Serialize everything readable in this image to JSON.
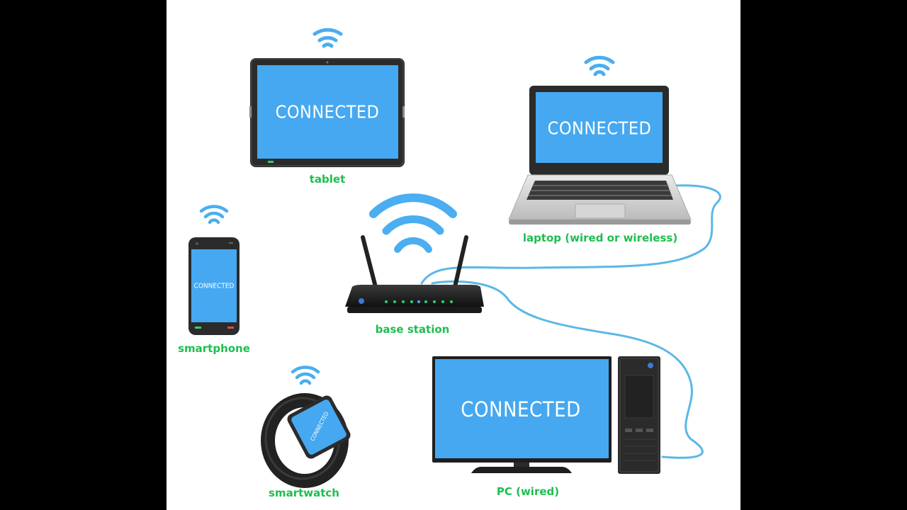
{
  "colors": {
    "screen": "#45a8f0",
    "label": "#1dbf4f",
    "wifi": "#4aaef0",
    "cable": "#5ab8e6",
    "device_body": "#2b2b2b"
  },
  "devices": {
    "tablet": {
      "label": "tablet",
      "screen_text": "CONNECTED",
      "icon": "tablet-icon"
    },
    "laptop": {
      "label": "laptop (wired or wireless)",
      "screen_text": "CONNECTED",
      "icon": "laptop-icon"
    },
    "smartphone": {
      "label": "smartphone",
      "screen_text": "CONNECTED",
      "icon": "smartphone-icon"
    },
    "router": {
      "label": "base station",
      "icon": "router-icon"
    },
    "smartwatch": {
      "label": "smartwatch",
      "screen_text": "CONNECTED",
      "icon": "smartwatch-icon"
    },
    "pc": {
      "label": "PC (wired)",
      "screen_text": "CONNECTED",
      "icon": "desktop-pc-icon"
    }
  }
}
